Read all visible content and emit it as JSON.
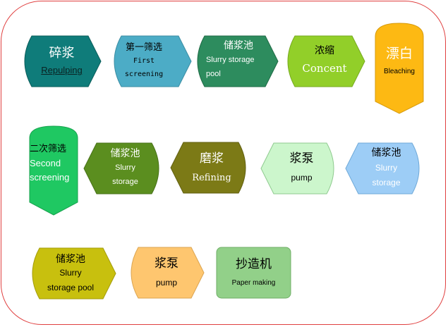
{
  "steps": [
    {
      "zh": "碎浆",
      "en": "Repulping",
      "color": "#0f7c7a"
    },
    {
      "zh": "第一筛选",
      "en1": "First",
      "en2": "screening",
      "color": "#4cacc6"
    },
    {
      "zh": "储浆池",
      "en1": "Slurry storage",
      "en2": "pool",
      "color": "#2d8c5e"
    },
    {
      "zh": "浓缩",
      "en": "Concent",
      "color": "#92cf29"
    },
    {
      "zh": "漂白",
      "en": "Bleaching",
      "color": "#fdb913"
    },
    {
      "zh": "二次筛选",
      "en1": "Second",
      "en2": "screening",
      "color": "#1fc862"
    },
    {
      "zh": "储浆池",
      "en1": "Slurry",
      "en2": "storage",
      "color": "#5b8e1f"
    },
    {
      "zh": "磨浆",
      "en": "Refining",
      "color": "#7c7a16"
    },
    {
      "zh": "浆泵",
      "en": "pump",
      "color": "#ccf6cc"
    },
    {
      "zh": "储浆池",
      "en1": "Slurry",
      "en2": "storage",
      "color": "#9dcdf6"
    },
    {
      "zh": "储浆池",
      "en1": "Slurry",
      "en2": "storage pool",
      "color": "#c8c00e"
    },
    {
      "zh": "浆泵",
      "en": "pump",
      "color": "#fec66f"
    },
    {
      "zh": "抄造机",
      "en": "Paper making",
      "color": "#92d089"
    }
  ]
}
